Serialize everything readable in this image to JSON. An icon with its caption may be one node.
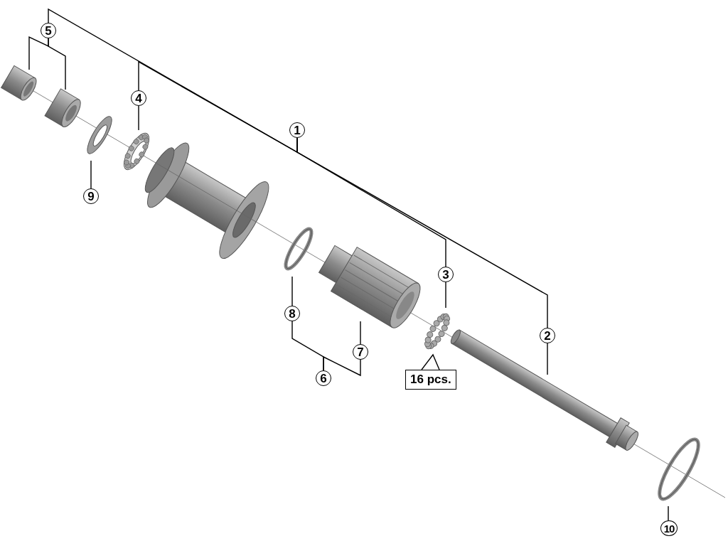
{
  "diagram": {
    "nodes": [
      {
        "text": [
          "1"
        ]
      },
      {
        "text": [
          "5"
        ]
      },
      {
        "text": [
          "4"
        ]
      },
      {
        "text": [
          "9"
        ]
      },
      {
        "text": [
          "3"
        ]
      },
      {
        "text": [
          "2"
        ]
      },
      {
        "text": [
          "8"
        ]
      },
      {
        "text": [
          "7"
        ]
      },
      {
        "text": [
          "6"
        ]
      },
      {
        "text": [
          "16 pcs."
        ]
      },
      {
        "text": [
          "10"
        ]
      },
      {
        "text": [],
        "shape": "picture"
      },
      {
        "text": [],
        "shape": "picture"
      },
      {
        "text": [],
        "shape": "picture"
      },
      {
        "text": [],
        "shape": "picture"
      },
      {
        "text": [],
        "shape": "ring"
      },
      {
        "text": [],
        "shape": "picture"
      },
      {
        "text": [],
        "shape": "picture"
      },
      {
        "text": [],
        "shape": "picture"
      },
      {
        "text": [],
        "shape": "ring"
      }
    ],
    "edges": [
      {
        "from": 0,
        "to": 1,
        "arrow": "none"
      },
      {
        "from": 0,
        "to": 2,
        "arrow": "none"
      },
      {
        "from": 0,
        "to": 4,
        "arrow": "none"
      },
      {
        "from": 0,
        "to": 5,
        "arrow": "none"
      },
      {
        "from": 1,
        "to": 11,
        "arrow": "none"
      },
      {
        "from": 1,
        "to": 12,
        "arrow": "none"
      },
      {
        "from": 2,
        "to": 14,
        "arrow": "none"
      },
      {
        "from": 3,
        "to": 13,
        "arrow": "none"
      },
      {
        "from": 4,
        "to": 17,
        "arrow": "none"
      },
      {
        "from": 5,
        "to": 18,
        "arrow": "none"
      },
      {
        "from": 6,
        "to": 15,
        "arrow": "none"
      },
      {
        "from": 7,
        "to": 16,
        "arrow": "none"
      },
      {
        "from": 8,
        "to": 6,
        "arrow": "none"
      },
      {
        "from": 8,
        "to": 7,
        "arrow": "none"
      },
      {
        "from": 9,
        "to": 17,
        "arrow": "none"
      },
      {
        "from": 10,
        "to": 19,
        "arrow": "none"
      }
    ]
  }
}
